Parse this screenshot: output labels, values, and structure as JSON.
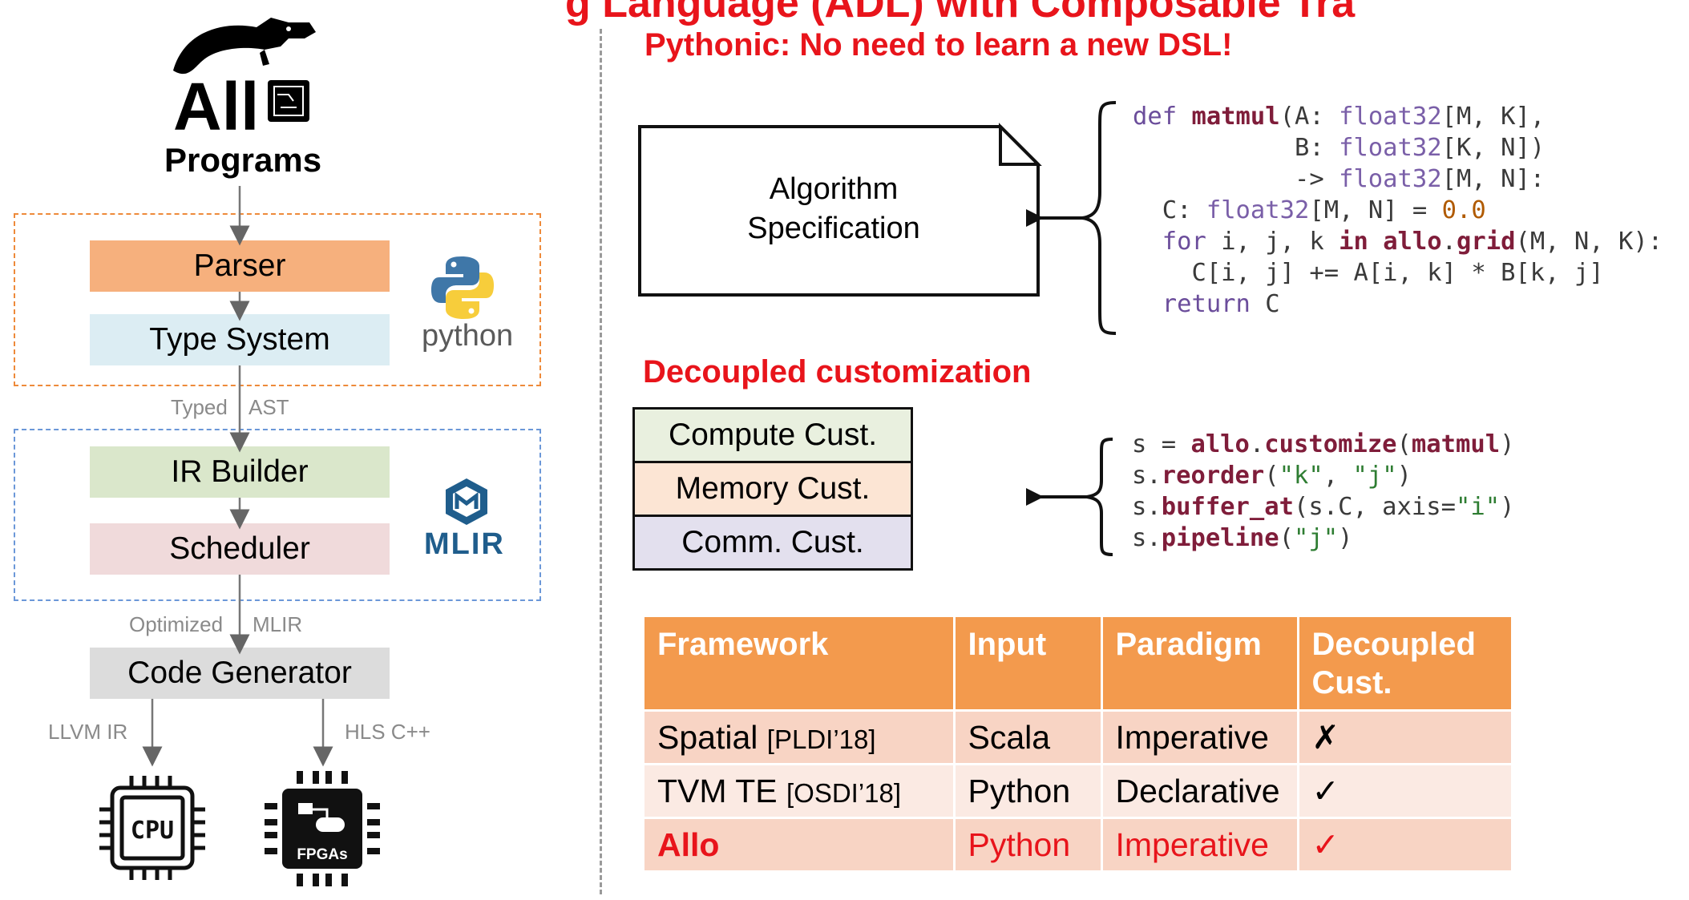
{
  "header": {
    "title_fragment": "g Language (ADL) with Composable Tra"
  },
  "left": {
    "programs_label": "Programs",
    "stages": {
      "parser": "Parser",
      "type_system": "Type System",
      "ir_builder": "IR Builder",
      "scheduler": "Scheduler",
      "code_generator": "Code Generator"
    },
    "flow_labels": {
      "typed": "Typed",
      "ast": "AST",
      "optimized": "Optimized",
      "mlir": "MLIR",
      "llvm_ir": "LLVM IR",
      "hls_cpp": "HLS C++"
    },
    "python_logo_text": "python",
    "mlir_logo_text": "MLIR",
    "cpu_text": "CPU",
    "fpga_text": "FPGAs"
  },
  "right": {
    "heading_pythonic": "Pythonic: No need to learn a new DSL!",
    "algorithm_spec": [
      "Algorithm",
      "Specification"
    ],
    "code_matmul": [
      [
        [
          "kw",
          "def "
        ],
        [
          "fn",
          "matmul"
        ],
        [
          "p",
          "(A: "
        ],
        [
          "ty",
          "float32"
        ],
        [
          "p",
          "[M, K],"
        ]
      ],
      [
        [
          "p",
          "           B: "
        ],
        [
          "ty",
          "float32"
        ],
        [
          "p",
          "[K, N])"
        ]
      ],
      [
        [
          "p",
          "           -> "
        ],
        [
          "ty",
          "float32"
        ],
        [
          "p",
          "[M, N]:"
        ]
      ],
      [
        [
          "p",
          "  C: "
        ],
        [
          "ty",
          "float32"
        ],
        [
          "p",
          "[M, N] = "
        ],
        [
          "num",
          "0.0"
        ]
      ],
      [
        [
          "kw",
          "  for "
        ],
        [
          "p",
          "i, j, k "
        ],
        [
          "fn",
          "in "
        ],
        [
          "fn",
          "allo"
        ],
        [
          "p",
          "."
        ],
        [
          "fn",
          "grid"
        ],
        [
          "p",
          "(M, N, K):"
        ]
      ],
      [
        [
          "p",
          "    C[i, j] += A[i, k] * B[k, j]"
        ]
      ],
      [
        [
          "kw",
          "  return "
        ],
        [
          "p",
          "C"
        ]
      ]
    ],
    "heading_decoupled": "Decoupled customization",
    "cust_layers": [
      "Compute Cust.",
      "Memory Cust.",
      "Comm. Cust."
    ],
    "cust_colors": [
      "#e9f0df",
      "#fce5d4",
      "#e3e0ee"
    ],
    "code_customize": [
      [
        [
          "p",
          "s = "
        ],
        [
          "fn",
          "allo"
        ],
        [
          "p",
          "."
        ],
        [
          "fn",
          "customize"
        ],
        [
          "p",
          "("
        ],
        [
          "fn",
          "matmul"
        ],
        [
          "p",
          ")"
        ]
      ],
      [
        [
          "p",
          "s."
        ],
        [
          "fn",
          "reorder"
        ],
        [
          "p",
          "("
        ],
        [
          "str",
          "\"k\""
        ],
        [
          "p",
          ", "
        ],
        [
          "str",
          "\"j\""
        ],
        [
          "p",
          ")"
        ]
      ],
      [
        [
          "p",
          "s."
        ],
        [
          "fn",
          "buffer_at"
        ],
        [
          "p",
          "(s.C, axis="
        ],
        [
          "str",
          "\"i\""
        ],
        [
          "p",
          ")"
        ]
      ],
      [
        [
          "p",
          "s."
        ],
        [
          "fn",
          "pipeline"
        ],
        [
          "p",
          "("
        ],
        [
          "str",
          "\"j\""
        ],
        [
          "p",
          ")"
        ]
      ]
    ]
  },
  "table": {
    "headers": [
      "Framework",
      "Input",
      "Paradigm",
      "Decoupled Cust."
    ],
    "rows": [
      {
        "framework": "Spatial",
        "cite": "[PLDI’18]",
        "input": "Scala",
        "paradigm": "Imperative",
        "decoupled": "✗"
      },
      {
        "framework": "TVM TE",
        "cite": "[OSDI’18]",
        "input": "Python",
        "paradigm": "Declarative",
        "decoupled": "✓"
      },
      {
        "framework": "Allo",
        "cite": "",
        "input": "Python",
        "paradigm": "Imperative",
        "decoupled": "✓"
      }
    ]
  },
  "colors": {
    "accent_red": "#e8141b",
    "parser": "#f6b07d",
    "type_system": "#dcedf3",
    "ir_builder": "#dae7cb",
    "scheduler": "#f0dadb",
    "code_generator": "#dcdcdc",
    "python_group": "#ee8a3a",
    "mlir_group": "#6b97d8",
    "table_header": "#f39a4d"
  }
}
